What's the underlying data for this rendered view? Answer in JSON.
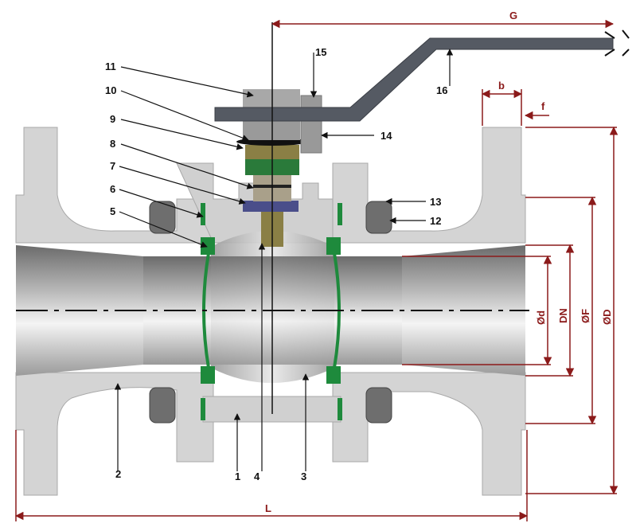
{
  "parts": {
    "p1": "1",
    "p2": "2",
    "p3": "3",
    "p4": "4",
    "p5": "5",
    "p6": "6",
    "p7": "7",
    "p8": "8",
    "p9": "9",
    "p10": "10",
    "p11": "11",
    "p12": "12",
    "p13": "13",
    "p14": "14",
    "p15": "15",
    "p16": "16"
  },
  "dimensions": {
    "G": "G",
    "b": "b",
    "f": "f",
    "L": "L",
    "d": "Ød",
    "DN": "DN",
    "F": "ØF",
    "D": "ØD"
  },
  "colors": {
    "body": "#d2d2d2",
    "bore": "#8a8a8a",
    "seal": "#1e8a3c",
    "stem": "#8a7f45",
    "handle": "#555a63",
    "dimension": "#8b1a1a"
  }
}
